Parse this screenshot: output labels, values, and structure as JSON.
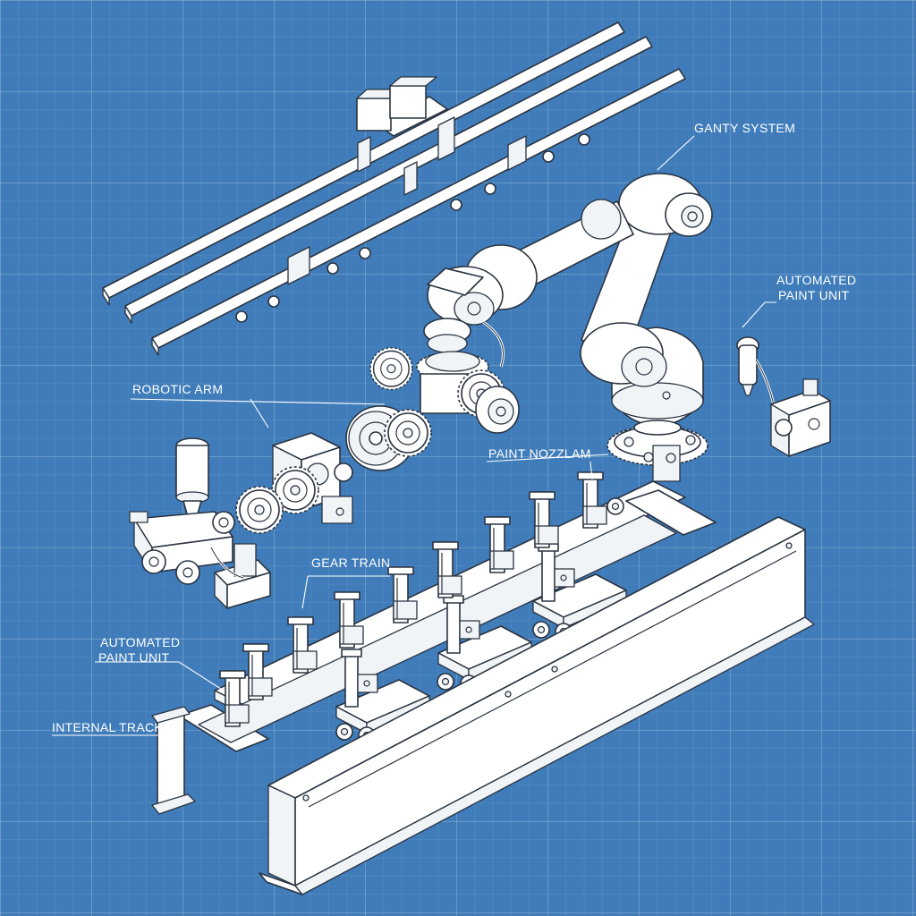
{
  "callouts": {
    "ganty_system": "GANTY SYSTEM",
    "automated_paint_unit_right_line1": "AUTOMATED",
    "automated_paint_unit_right_line2": "PAINT UNIT",
    "robotic_arm": "ROBOTIC ARM",
    "paint_nozzle": "PAINT NOZZLAM",
    "gear_train": "GEAR TRAIN",
    "automated_paint_unit_left_line1": "AUTOMATED",
    "automated_paint_unit_left_line2": "PAINT UNIT",
    "internal_track": "INTERNAL TRACK"
  },
  "colors": {
    "background": "#3f7cb9",
    "grid": "#ffffff",
    "line_art": "#2a3340",
    "fill": "#ffffff"
  }
}
